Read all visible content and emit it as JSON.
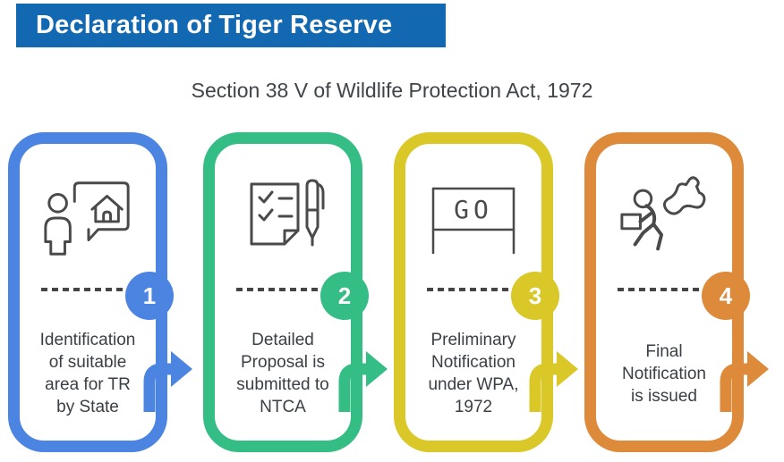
{
  "title": {
    "text": "Declaration of Tiger Reserve",
    "bg_color": "#1268b1",
    "text_color": "#ffffff"
  },
  "subtitle": "Section 38 V of Wildlife Protection Act, 1972",
  "steps": [
    {
      "number": "1",
      "color": "#4c84e2",
      "icon": "person-house-consultation-icon",
      "label": "Identification\nof suitable\narea for TR\nby State"
    },
    {
      "number": "2",
      "color": "#35bd86",
      "icon": "checklist-and-pen-icon",
      "label": "Detailed\nProposal is\nsubmitted to\nNTCA"
    },
    {
      "number": "3",
      "color": "#d9c827",
      "icon": "go-notification-sign-icon",
      "label": "Preliminary\nNotification\nunder WPA,\n1972",
      "sign_text": "GO"
    },
    {
      "number": "4",
      "color": "#dd8a3b",
      "icon": "person-delivering-notification-icon",
      "label": "Final\nNotification\nis issued"
    }
  ]
}
